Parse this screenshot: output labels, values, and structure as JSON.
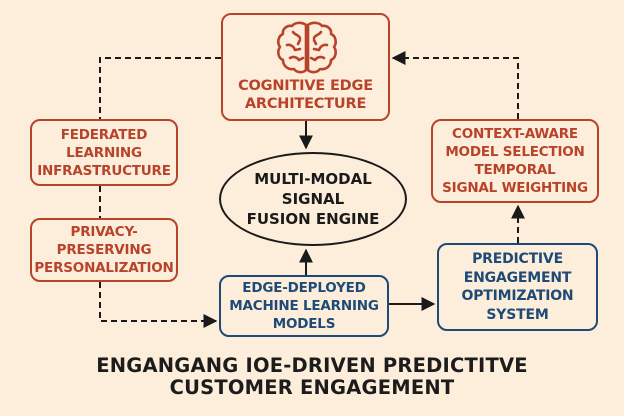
{
  "diagram": {
    "colors": {
      "background": "#fdeedb",
      "red_accent": "#b8432b",
      "blue_accent": "#1e4a78",
      "dark": "#1a1a1a"
    },
    "nodes": {
      "cognitive_edge": {
        "icon": "brain-icon",
        "lines": [
          "COGNITIVE EDGE",
          "ARCHITECTURE"
        ]
      },
      "federated_learning": {
        "lines": [
          "FEDERATED",
          "LEARNING",
          "INFRASTRUCTURE"
        ]
      },
      "privacy_preserving": {
        "lines": [
          "PRIVACY-",
          "PRESERVING",
          "PERSONALIZATION"
        ]
      },
      "fusion_engine": {
        "lines": [
          "MULTI-MODAL",
          "SIGNAL",
          "FUSION ENGINE"
        ]
      },
      "context_aware": {
        "lines": [
          "CONTEXT-AWARE",
          "MODEL SELECTION",
          "TEMPORAL",
          "SIGNAL WEIGHTING"
        ]
      },
      "edge_deployed": {
        "lines": [
          "EDGE-DEPLOYED",
          "MACHINE LEARNING",
          "MODELS"
        ]
      },
      "predictive_engagement": {
        "lines": [
          "PREDICTIVE",
          "ENGAGEMENT",
          "OPTIMIZATION",
          "SYSTEM"
        ]
      }
    },
    "edges": [
      {
        "from": "cognitive_edge",
        "to": "fusion_engine",
        "style": "solid"
      },
      {
        "from": "edge_deployed",
        "to": "fusion_engine",
        "style": "solid"
      },
      {
        "from": "edge_deployed",
        "to": "predictive_engagement",
        "style": "solid"
      },
      {
        "from": "cognitive_edge",
        "to": "federated_learning",
        "style": "dashed"
      },
      {
        "from": "federated_learning",
        "to": "privacy_preserving",
        "style": "dashed"
      },
      {
        "from": "privacy_preserving",
        "to": "edge_deployed",
        "style": "dashed"
      },
      {
        "from": "predictive_engagement",
        "to": "context_aware",
        "style": "dashed"
      },
      {
        "from": "context_aware",
        "to": "cognitive_edge",
        "style": "dashed"
      }
    ],
    "title": {
      "lines": [
        "ENGANGANG IOE-DRIVEN PREDICTITVE",
        "CUSTOMER ENGAGEMENT"
      ]
    }
  }
}
